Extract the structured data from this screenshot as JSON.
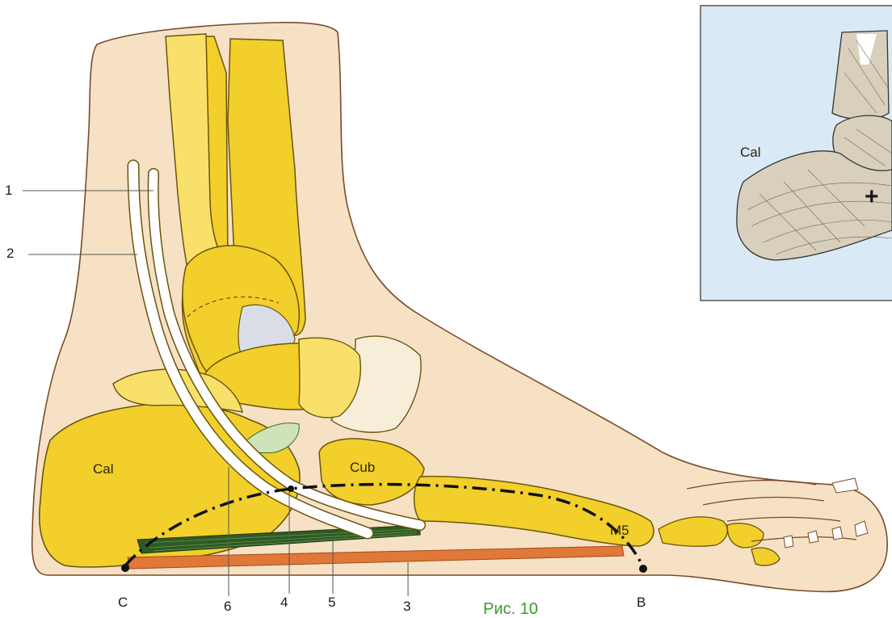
{
  "labels": {
    "num_1": "1",
    "num_2": "2",
    "num_3": "3",
    "num_4": "4",
    "num_5": "5",
    "num_6": "6",
    "point_c": "C",
    "point_b": "B",
    "bone_cal": "Cal",
    "bone_cub": "Cub",
    "bone_m5": "M5",
    "inset_cal": "Cal",
    "inset_plus": "+"
  },
  "caption": "Рис. 10",
  "colors": {
    "skin": "#f6e1c4",
    "bone": "#f2cf2a",
    "bone_light": "#f8e06a",
    "bone_edge": "#6b5410",
    "tendon": "#ffffff",
    "ligament_green": "#2f5a23",
    "ligament_orange": "#e0783a",
    "cartilage": "#d9dde6",
    "inset_bg": "#d9e9f5",
    "inset_bone": "#d8d0bc",
    "arch_line": "#111111"
  }
}
